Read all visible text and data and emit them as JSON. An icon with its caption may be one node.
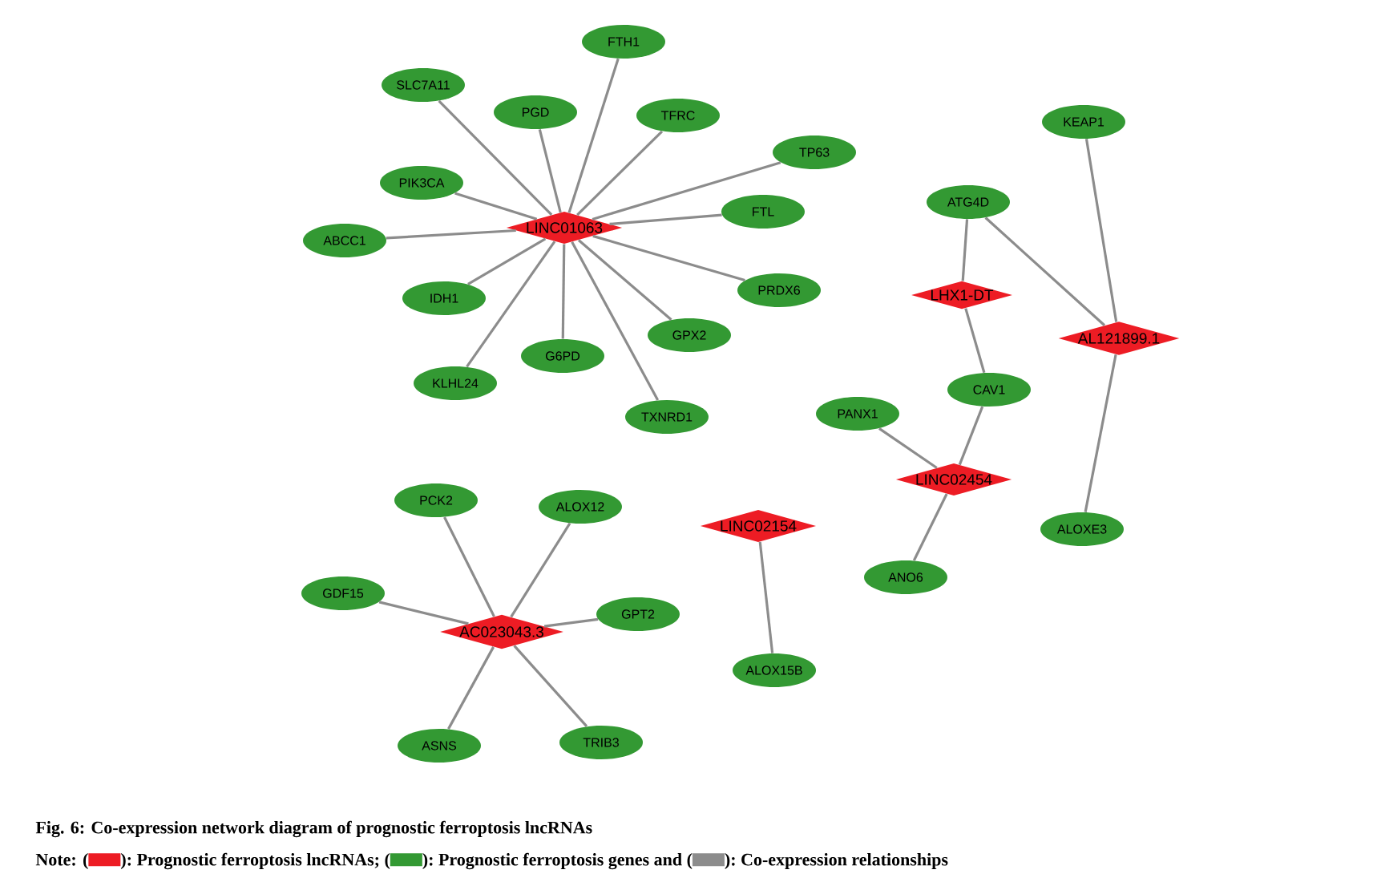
{
  "diagram": {
    "caption": "Fig. 6: Co-expression network diagram of prognostic ferroptosis lncRNAs",
    "nodes": [
      {
        "text": [
          "LINC01063"
        ]
      },
      {
        "text": [
          "SLC7A11"
        ]
      },
      {
        "text": [
          "FTH1"
        ]
      },
      {
        "text": [
          "PGD"
        ]
      },
      {
        "text": [
          "TFRC"
        ]
      },
      {
        "text": [
          "TP63"
        ]
      },
      {
        "text": [
          "PIK3CA"
        ]
      },
      {
        "text": [
          "FTL"
        ]
      },
      {
        "text": [
          "ABCC1"
        ]
      },
      {
        "text": [
          "PRDX6"
        ]
      },
      {
        "text": [
          "IDH1"
        ]
      },
      {
        "text": [
          "GPX2"
        ]
      },
      {
        "text": [
          "G6PD"
        ]
      },
      {
        "text": [
          "KLHL24"
        ]
      },
      {
        "text": [
          "TXNRD1"
        ]
      },
      {
        "text": [
          "KEAP1"
        ]
      },
      {
        "text": [
          "ATG4D"
        ]
      },
      {
        "text": [
          "LHX1-DT"
        ]
      },
      {
        "text": [
          "AL121899.1"
        ]
      },
      {
        "text": [
          "CAV1"
        ]
      },
      {
        "text": [
          "PANX1"
        ]
      },
      {
        "text": [
          "LINC02454"
        ]
      },
      {
        "text": [
          "ALOXE3"
        ]
      },
      {
        "text": [
          "ANO6"
        ]
      },
      {
        "text": [
          "PCK2"
        ]
      },
      {
        "text": [
          "ALOX12"
        ]
      },
      {
        "text": [
          "LINC02154"
        ]
      },
      {
        "text": [
          "GDF15"
        ]
      },
      {
        "text": [
          "GPT2"
        ]
      },
      {
        "text": [
          "AC023043.3"
        ]
      },
      {
        "text": [
          "ASNS"
        ]
      },
      {
        "text": [
          "TRIB3"
        ]
      },
      {
        "text": [
          "ALOX15B"
        ]
      }
    ],
    "edges": [
      {
        "from": 0,
        "to": 1,
        "arrow": "none"
      },
      {
        "from": 0,
        "to": 2,
        "arrow": "none"
      },
      {
        "from": 0,
        "to": 3,
        "arrow": "none"
      },
      {
        "from": 0,
        "to": 4,
        "arrow": "none"
      },
      {
        "from": 0,
        "to": 5,
        "arrow": "none"
      },
      {
        "from": 0,
        "to": 6,
        "arrow": "none"
      },
      {
        "from": 0,
        "to": 7,
        "arrow": "none"
      },
      {
        "from": 0,
        "to": 8,
        "arrow": "none"
      },
      {
        "from": 0,
        "to": 9,
        "arrow": "none"
      },
      {
        "from": 0,
        "to": 10,
        "arrow": "none"
      },
      {
        "from": 0,
        "to": 11,
        "arrow": "none"
      },
      {
        "from": 0,
        "to": 12,
        "arrow": "none"
      },
      {
        "from": 0,
        "to": 13,
        "arrow": "none"
      },
      {
        "from": 0,
        "to": 14,
        "arrow": "none"
      },
      {
        "from": 16,
        "to": 17,
        "arrow": "none"
      },
      {
        "from": 16,
        "to": 18,
        "arrow": "none"
      },
      {
        "from": 15,
        "to": 18,
        "arrow": "none"
      },
      {
        "from": 17,
        "to": 19,
        "arrow": "none"
      },
      {
        "from": 18,
        "to": 22,
        "arrow": "none"
      },
      {
        "from": 19,
        "to": 21,
        "arrow": "none"
      },
      {
        "from": 20,
        "to": 21,
        "arrow": "none"
      },
      {
        "from": 21,
        "to": 23,
        "arrow": "none"
      },
      {
        "from": 26,
        "to": 32,
        "arrow": "none"
      },
      {
        "from": 29,
        "to": 24,
        "arrow": "none"
      },
      {
        "from": 29,
        "to": 25,
        "arrow": "none"
      },
      {
        "from": 29,
        "to": 27,
        "arrow": "none"
      },
      {
        "from": 29,
        "to": 28,
        "arrow": "none"
      },
      {
        "from": 29,
        "to": 30,
        "arrow": "none"
      },
      {
        "from": 29,
        "to": 31,
        "arrow": "none"
      }
    ],
    "labels": [
      "Note:",
      "(",
      "):",
      "(",
      "):",
      "(",
      "):"
    ],
    "legend": [
      {
        "text": "Prognostic ferroptosis lncRNAs;",
        "color": "#ed1c24"
      },
      {
        "text": "Prognostic ferroptosis genes and",
        "color": "#339933"
      },
      {
        "text": "Co-expression relationships",
        "color": "#8c8c8c"
      }
    ]
  }
}
